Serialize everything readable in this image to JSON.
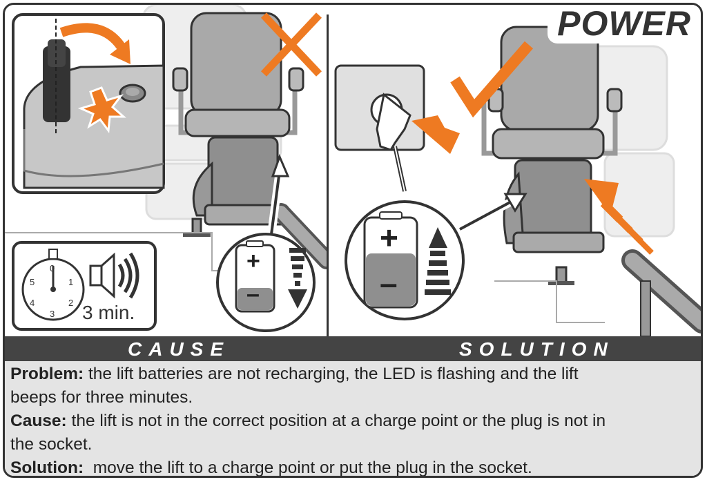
{
  "title": "POWER",
  "headers": {
    "cause": "CAUSE",
    "solution": "SOLUTION"
  },
  "timer": {
    "numbers": [
      "0",
      "1",
      "2",
      "3",
      "4",
      "5"
    ],
    "duration": "3 min."
  },
  "battery": {
    "plus": "+",
    "minus": "–"
  },
  "info": {
    "problem_label": "Problem:",
    "problem_text": " the lift batteries are not recharging, the LED is flashing and the lift",
    "problem_text_2": "beeps for three minutes.",
    "cause_label": "Cause:",
    "cause_text": " the lift is not in the correct position at a charge point or the plug is not in",
    "cause_text_2": "the socket.",
    "solution_label": "Solution:",
    "solution_text": "  move the lift to a charge point or put the plug in the socket."
  },
  "colors": {
    "accent": "#EE7A22",
    "dark": "#333333",
    "header": "#444444",
    "info_bg": "#E4E4E4"
  }
}
